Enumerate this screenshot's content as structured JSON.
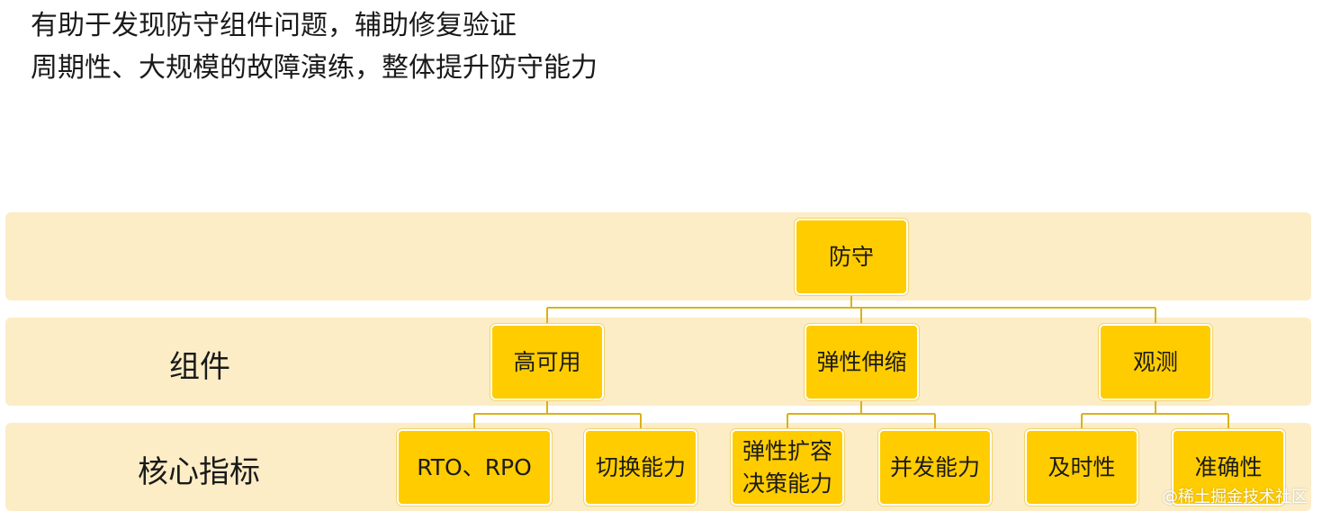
{
  "heading": {
    "line1": "有助于发现防守组件问题，辅助修复验证",
    "line2": "周期性、大规模的故障演练，整体提升防守能力"
  },
  "rows": {
    "components_label": "组件",
    "metrics_label": "核心指标"
  },
  "root": {
    "label": "防守"
  },
  "components": [
    {
      "label": "高可用"
    },
    {
      "label": "弹性伸缩"
    },
    {
      "label": "观测"
    }
  ],
  "metrics": [
    {
      "label": "RTO、RPO"
    },
    {
      "label": "切换能力"
    },
    {
      "label": "弹性扩容\n决策能力"
    },
    {
      "label": "并发能力"
    },
    {
      "label": "及时性"
    },
    {
      "label": "准确性"
    }
  ],
  "watermark": "@稀土掘金技术社区",
  "colors": {
    "node_fill": "#ffcc00",
    "band_fill": "#fcedc6",
    "connector": "#d9b21a"
  }
}
